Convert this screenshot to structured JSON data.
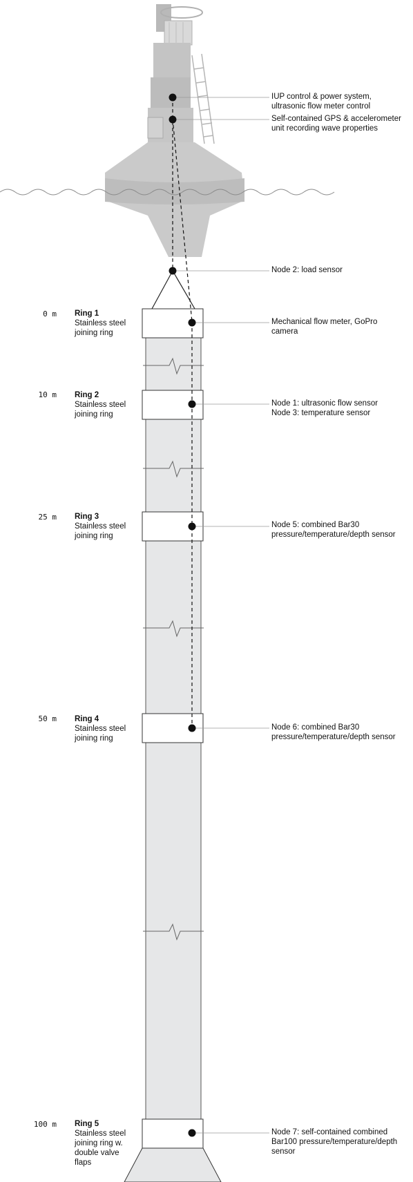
{
  "buoy": {
    "annotations": [
      {
        "id": "iup",
        "text": "IUP control & power system,\nultrasonic flow meter control"
      },
      {
        "id": "gps",
        "text": "Self-contained GPS & accelerometer\nunit recording wave properties"
      },
      {
        "id": "node2",
        "text": "Node 2: load sensor"
      }
    ]
  },
  "rings": [
    {
      "depth": "0 m",
      "title": "Ring 1",
      "desc": "Stainless steel\njoining ring",
      "sensor": "Mechanical flow meter, GoPro\ncamera"
    },
    {
      "depth": "10 m",
      "title": "Ring 2",
      "desc": "Stainless steel\njoining ring",
      "sensor": "Node 1: ultrasonic flow sensor\nNode 3: temperature sensor"
    },
    {
      "depth": "25 m",
      "title": "Ring 3",
      "desc": "Stainless steel\njoining ring",
      "sensor": "Node 5: combined Bar30\npressure/temperature/depth sensor"
    },
    {
      "depth": "50 m",
      "title": "Ring 4",
      "desc": "Stainless steel\njoining ring",
      "sensor": "Node 6: combined Bar30\npressure/temperature/depth sensor"
    },
    {
      "depth": "100 m",
      "title": "Ring 5",
      "desc": "Stainless steel\njoining ring w.\ndouble valve\nflaps",
      "sensor": "Node 7: self-contained combined\nBar100 pressure/temperature/depth\nsensor"
    }
  ],
  "colors": {
    "pipe": "#e6e7e8",
    "buoy": "#c8c8c8",
    "line": "#555555",
    "leader": "#9a9a9a"
  }
}
